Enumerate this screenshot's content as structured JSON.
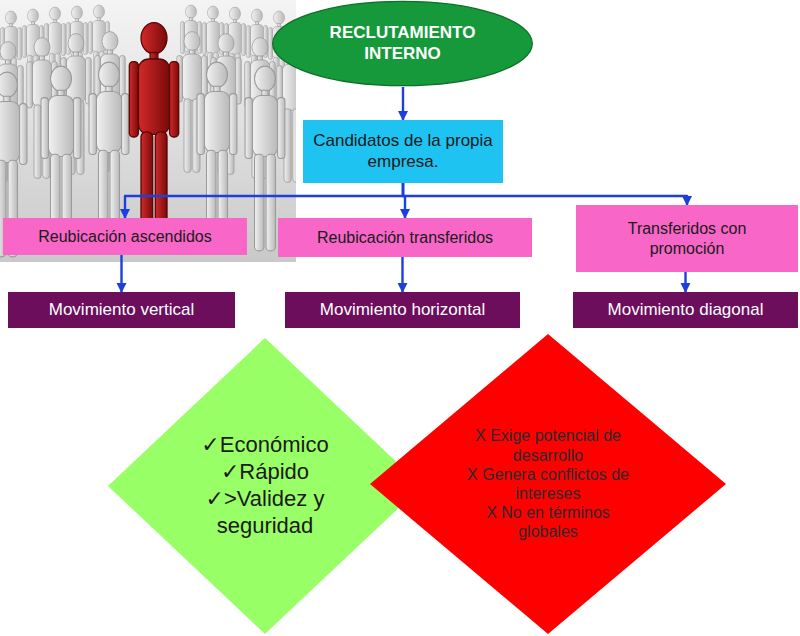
{
  "diagram": {
    "nodes": [
      {
        "text": [
          "RECLUTAMIENTO INTERNO"
        ]
      },
      {
        "text": [
          "Candidatos de la propia empresa."
        ]
      },
      {
        "text": [
          "Reubicación ascendidos"
        ]
      },
      {
        "text": [
          "Reubicación transferidos"
        ]
      },
      {
        "text": [
          "Transferidos con promoción"
        ]
      },
      {
        "text": [
          "Movimiento vertical"
        ]
      },
      {
        "text": [
          "Movimiento horizontal"
        ]
      },
      {
        "text": [
          "Movimiento diagonal"
        ]
      },
      {
        "text": [
          "✓Económico",
          "✓Rápido",
          "✓>Validez y seguridad"
        ]
      },
      {
        "text": [
          "X Exige potencial de desarrollo",
          "X Genera conflictos de intereses",
          "X No en términos globales"
        ]
      }
    ],
    "edges": [
      {
        "from": 0,
        "to": 1,
        "arrow": "to"
      },
      {
        "from": 1,
        "to": 2,
        "arrow": "to"
      },
      {
        "from": 1,
        "to": 3,
        "arrow": "to"
      },
      {
        "from": 1,
        "to": 4,
        "arrow": "to"
      },
      {
        "from": 2,
        "to": 5,
        "arrow": "to"
      },
      {
        "from": 3,
        "to": 6,
        "arrow": "to"
      },
      {
        "from": 4,
        "to": 7,
        "arrow": "to"
      }
    ]
  }
}
